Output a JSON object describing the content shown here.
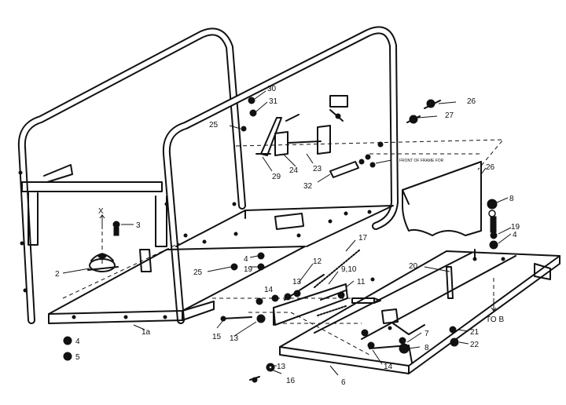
{
  "labels": {
    "frame_rear": "1a",
    "mount": "2",
    "screw_a": "3",
    "washer_a": "4",
    "nut_a": "5",
    "rail": "6",
    "clamp": "7",
    "bracket_b": "8",
    "part_910": "9,10",
    "part_11": "11",
    "part_12": "12",
    "part_13a": "13",
    "part_13b": "13",
    "part_13c": "13",
    "part_14a": "14",
    "part_14b": "14",
    "part_15": "15",
    "part_16": "16",
    "part_17": "17",
    "part_8top": "8",
    "part_19a": "19",
    "part_19b": "19",
    "part_4b": "4",
    "part_4c": "4",
    "part_20": "20",
    "part_21": "21",
    "part_22": "22",
    "part_23": "23",
    "part_24": "24",
    "part_25a": "25",
    "part_25b": "25",
    "part_26a": "26",
    "part_26b": "26",
    "part_27": "27",
    "part_29": "29",
    "part_30": "30",
    "part_31": "31",
    "part_32": "32",
    "axis_x": "X",
    "to_b": "TO B",
    "front_note": "FRONT OF FRAME FOR"
  }
}
